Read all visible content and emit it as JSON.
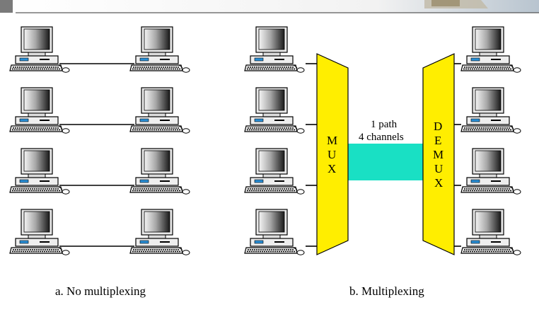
{
  "captions": {
    "left": "a. No multiplexing",
    "right": "b. Multiplexing"
  },
  "mux": {
    "letters": [
      "M",
      "U",
      "X"
    ],
    "color": "#ffee00"
  },
  "demux": {
    "letters": [
      "D",
      "E",
      "M",
      "U",
      "X"
    ],
    "color": "#ffee00"
  },
  "path": {
    "line1": "1 path",
    "line2": "4 channels",
    "color": "#19e0c4"
  },
  "computer_icon": "desktop-computer-icon",
  "rows": 4
}
